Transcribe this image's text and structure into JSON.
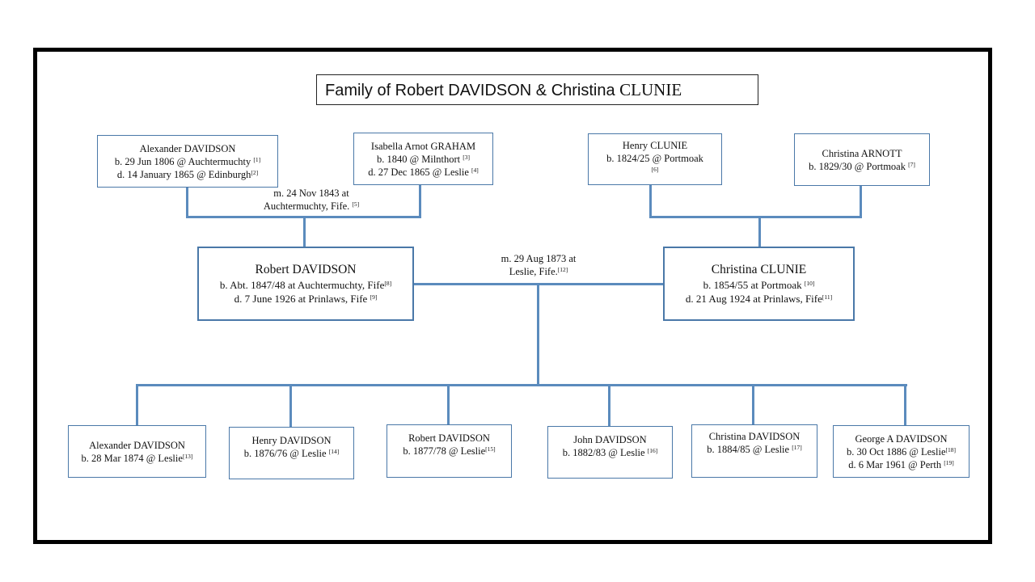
{
  "title": {
    "prefix": "Family of Robert DAVIDSON & Christina ",
    "surname": "CLUNIE"
  },
  "grandparents": {
    "alexander": {
      "name": "Alexander DAVIDSON",
      "birth": "b. 29 Jun 1806 @ Auchtermuchty",
      "birth_ref": "[1]",
      "death": "d. 14 January 1865 @ Edinburgh",
      "death_ref": "[2]"
    },
    "isabella": {
      "name": "Isabella Arnot GRAHAM",
      "birth": "b. 1840 @ Milnthort",
      "birth_ref": "[3]",
      "death": "d. 27 Dec 1865 @ Leslie",
      "death_ref": "[4]"
    },
    "henry": {
      "name": "Henry CLUNIE",
      "birth": "b. 1824/25 @ Portmoak",
      "birth_ref": "[6]"
    },
    "christina": {
      "name": "Christina ARNOTT",
      "birth": "b. 1829/30 @ Portmoak",
      "birth_ref": "[7]"
    }
  },
  "marriages": {
    "davidson_graham": {
      "line1": "m. 24 Nov 1843 at",
      "line2": "Auchtermuchty, Fife.",
      "ref": "[5]"
    },
    "davidson_clunie": {
      "line1": "m. 29 Aug 1873 at",
      "line2": "Leslie, Fife.",
      "ref": "[12]"
    }
  },
  "couple": {
    "robert": {
      "name": "Robert DAVIDSON",
      "birth": "b. Abt. 1847/48 at Auchtermuchty, Fife",
      "birth_ref": "[8]",
      "death": "d. 7 June 1926 at Prinlaws, Fife",
      "death_ref": "[9]"
    },
    "christina": {
      "name": "Christina CLUNIE",
      "birth": "b. 1854/55 at Portmoak",
      "birth_ref": "[10]",
      "death": "d. 21 Aug 1924 at Prinlaws, Fife",
      "death_ref": "[11]"
    }
  },
  "children": {
    "alexander": {
      "name": "Alexander DAVIDSON",
      "birth": "b. 28 Mar 1874 @ Leslie",
      "birth_ref": "[13]"
    },
    "henry": {
      "name": "Henry DAVIDSON",
      "birth": "b. 1876/76 @ Leslie",
      "birth_ref": "[14]"
    },
    "robert": {
      "name": "Robert DAVIDSON",
      "birth": "b. 1877/78 @ Leslie",
      "birth_ref": "[15]"
    },
    "john": {
      "name": "John DAVIDSON",
      "birth": "b. 1882/83 @ Leslie",
      "birth_ref": "[16]"
    },
    "christina": {
      "name": "Christina DAVIDSON",
      "birth": "b. 1884/85 @ Leslie",
      "birth_ref": "[17]"
    },
    "george": {
      "name": "George A DAVIDSON",
      "birth": "b. 30 Oct 1886 @ Leslie",
      "birth_ref": "[18]",
      "death": "d. 6 Mar 1961 @ Perth",
      "death_ref": "[19]"
    }
  }
}
